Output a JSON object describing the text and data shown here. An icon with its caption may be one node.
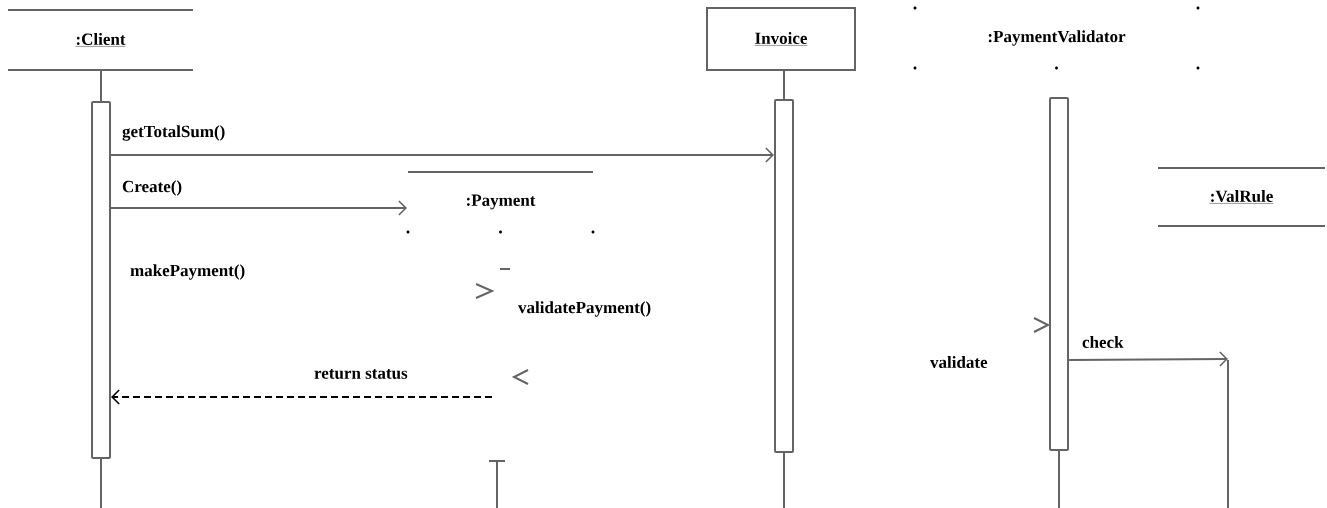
{
  "diagram": {
    "nodes": [
      {
        "text": [
          ":Client"
        ]
      },
      {
        "text": [
          "Invoice"
        ]
      },
      {
        "text": [
          ":PaymentValidator"
        ]
      },
      {
        "text": [
          ":Payment"
        ]
      },
      {
        "text": [
          ":ValRule"
        ]
      },
      {
        "text": [],
        "shape": "bar"
      },
      {
        "text": [],
        "shape": "bar"
      },
      {
        "text": [],
        "shape": "bar"
      },
      {
        "text": [],
        "shape": "line"
      }
    ],
    "edges": [
      {
        "from": 0,
        "to": 5,
        "arrow": "none"
      },
      {
        "from": 1,
        "to": 6,
        "arrow": "none"
      },
      {
        "from": 5,
        "to": 6,
        "arrow": "to",
        "label": "getTotalSum()"
      },
      {
        "from": 5,
        "to": 3,
        "arrow": "to",
        "label": "Create()"
      },
      {
        "from": null,
        "to": 5,
        "arrow": "to",
        "label": "return status",
        "style": "dashed",
        "color": "#000000"
      },
      {
        "from": 7,
        "to": 8,
        "arrow": "to",
        "label": "check"
      }
    ],
    "labels": [
      "makePayment()",
      "validatePayment()",
      "validate"
    ]
  }
}
